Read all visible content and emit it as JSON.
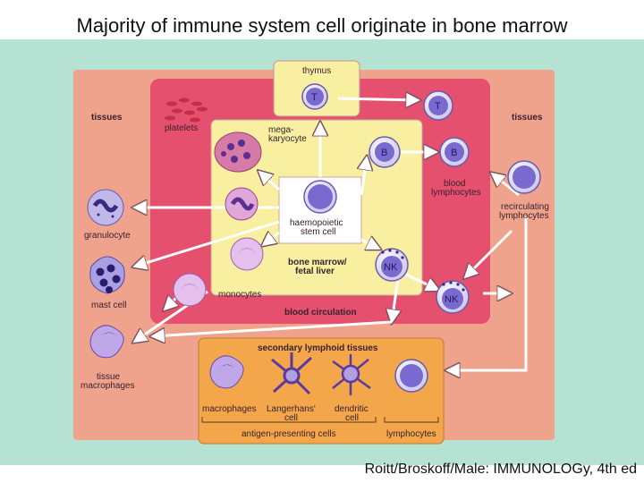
{
  "slide": {
    "title": "Majority of immune system cell originate in bone marrow",
    "credit": "Roitt/Broskoff/Male: IMMUNOLOGy, 4th ed"
  },
  "diagram": {
    "thymus": "thymus",
    "tissues_left": "tissues",
    "tissues_right": "tissues",
    "platelets": "platelets",
    "megakaryocyte_1": "mega-",
    "megakaryocyte_2": "karyocyte",
    "stem_1": "haemopoietic",
    "stem_2": "stem cell",
    "bone_marrow_1": "bone marrow/",
    "bone_marrow_2": "fetal liver",
    "blood_lymph_1": "blood",
    "blood_lymph_2": "lymphocytes",
    "recirc_1": "recirculating",
    "recirc_2": "lymphocytes",
    "granulocyte": "granulocyte",
    "mast_cell": "mast cell",
    "monocytes": "monocytes",
    "blood_circulation": "blood circulation",
    "tissue_macro_1": "tissue",
    "tissue_macro_2": "macrophages",
    "secondary_lymphoid": "secondary lymphoid tissues",
    "macrophages": "macrophages",
    "langerhans_1": "Langerhans'",
    "langerhans_2": "cell",
    "dendritic_1": "dendritic",
    "dendritic_2": "cell",
    "apc": "antigen-presenting cells",
    "lymphocytes": "lymphocytes",
    "cell_t": "T",
    "cell_b": "B",
    "cell_nk": "NK"
  },
  "colors": {
    "background_mint": "#b6e2d3",
    "tissue_salmon": "#f0a38c",
    "blood_red": "#e4506e",
    "marrow_yellow": "#f8f0a0",
    "secondary_orange": "#f4a64a",
    "cell_purple": "#7a6ad0"
  }
}
